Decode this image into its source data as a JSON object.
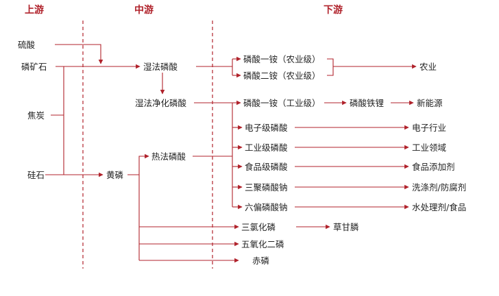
{
  "colors": {
    "accent": "#b0222b",
    "text": "#222222"
  },
  "headers": {
    "upstream": "上游",
    "midstream": "中游",
    "downstream": "下游"
  },
  "upstream": {
    "sulfuric_acid": "硫酸",
    "phosphate_rock": "磷矿石",
    "coke": "焦炭",
    "silica": "硅石"
  },
  "midstream": {
    "wet_process_acid": "湿法磷酸",
    "purified_wet_acid": "湿法净化磷酸",
    "yellow_phosphorus": "黄磷",
    "thermal_acid": "热法磷酸"
  },
  "downstream": {
    "map_agri": "磷酸一铵（农业级）",
    "dap_agri": "磷酸二铵（农业级）",
    "map_industrial": "磷酸一铵（工业级）",
    "lfp": "磷酸铁锂",
    "electronic_acid": "电子级磷酸",
    "industrial_acid": "工业级磷酸",
    "food_acid": "食品级磷酸",
    "stpp": "三聚磷酸钠",
    "shmp": "六偏磷酸钠",
    "pcl3": "三氯化磷",
    "p2o5": "五氧化二磷",
    "red_p": "赤磷"
  },
  "end_uses": {
    "agriculture": "农业",
    "new_energy": "新能源",
    "electronics": "电子行业",
    "industrial": "工业领域",
    "food_additive": "食品添加剂",
    "detergent": "洗涤剂/防腐剂",
    "water_treatment": "水处理剂/食品",
    "glyphosate": "草甘膦"
  }
}
